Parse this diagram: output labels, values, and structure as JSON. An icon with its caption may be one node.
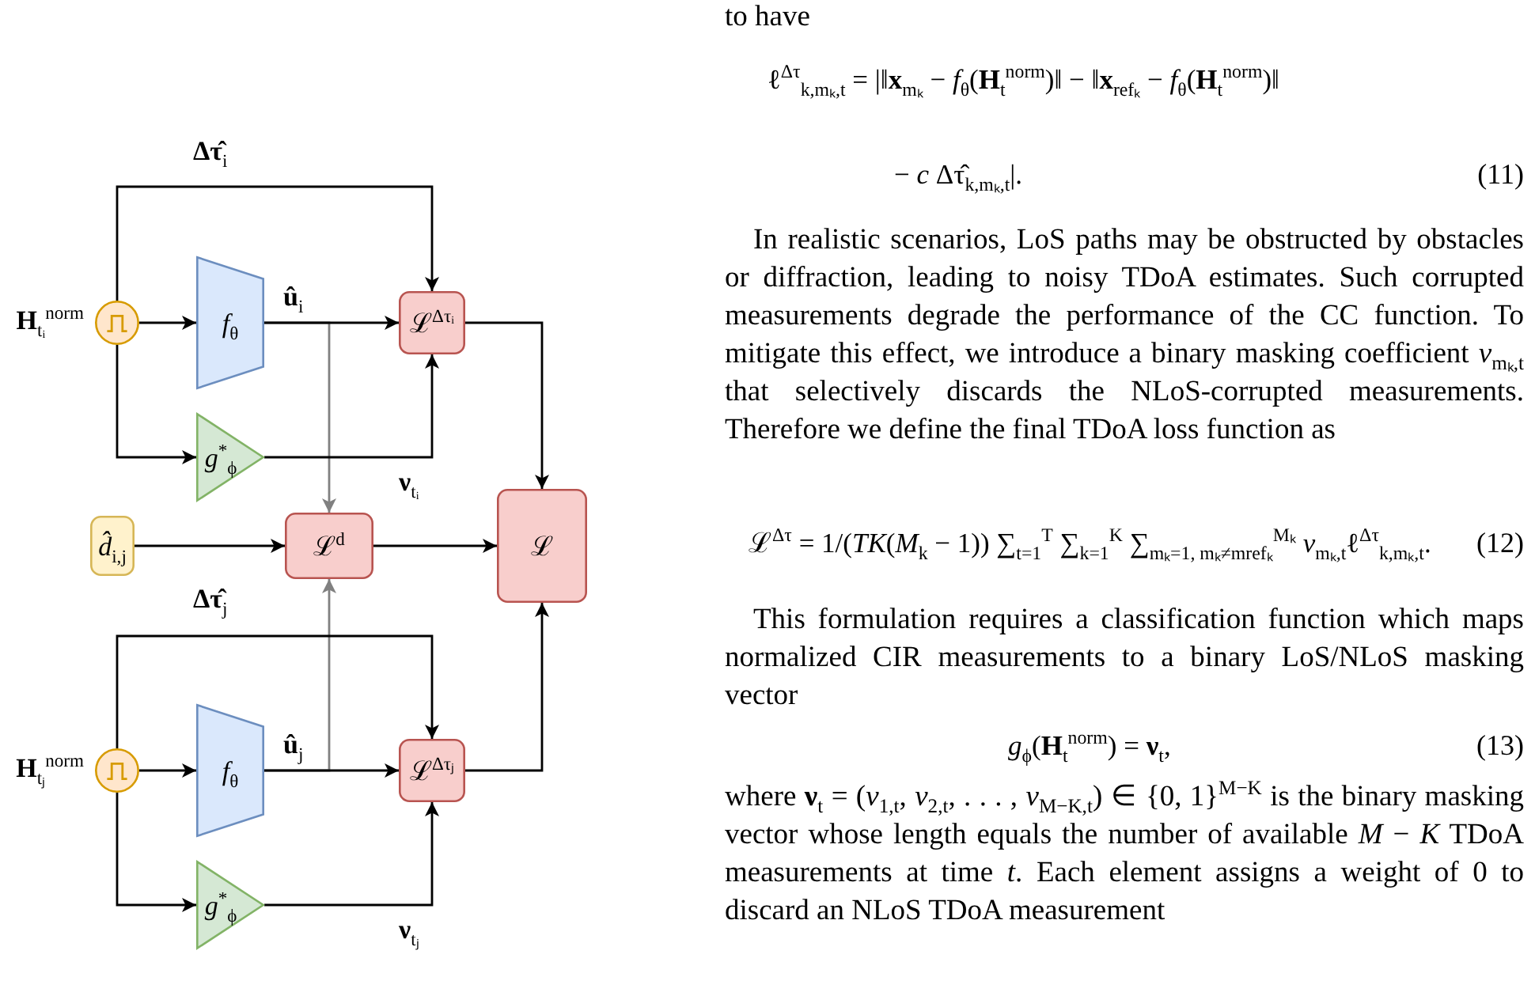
{
  "diagram": {
    "nodes": [
      {
        "text": [],
        "shape": "circle",
        "beside": [
          "**H**$_{tᵢ}$$^{norm}$"
        ]
      },
      {
        "text": [
          "*f*$_{θ}$"
        ]
      },
      {
        "text": [
          "*g*$^{*}$$_{ϕ}$"
        ]
      },
      {
        "text": [
          "ℒ$^{Δτᵢ}$"
        ]
      },
      {
        "text": [
          "*d̂*$_{i,j}$"
        ]
      },
      {
        "text": [
          "ℒ$^{d}$"
        ]
      },
      {
        "text": [
          "ℒ"
        ]
      },
      {
        "text": [],
        "shape": "circle",
        "beside": [
          "**H**$_{tⱼ}$$^{norm}$"
        ]
      },
      {
        "text": [
          "*f*$_{θ}$"
        ]
      },
      {
        "text": [
          "*g*$^{*}$$_{ϕ}$"
        ]
      },
      {
        "text": [
          "ℒ$^{Δτⱼ}$"
        ]
      }
    ],
    "edges": [
      {
        "from": 0,
        "to": 3,
        "arrow": "to",
        "label": "**Δτ̂**$_{i}$"
      },
      {
        "from": 0,
        "to": 1,
        "arrow": "to"
      },
      {
        "from": 0,
        "to": 2,
        "arrow": "to"
      },
      {
        "from": 1,
        "to": 3,
        "arrow": "to",
        "label": "**û**$_{i}$"
      },
      {
        "from": 1,
        "to": 5,
        "arrow": "to",
        "color": "#808080"
      },
      {
        "from": 2,
        "to": 3,
        "arrow": "to",
        "label": "**ν**$_{tᵢ}$"
      },
      {
        "from": 3,
        "to": 6,
        "arrow": "to"
      },
      {
        "from": 4,
        "to": 5,
        "arrow": "to"
      },
      {
        "from": 5,
        "to": 6,
        "arrow": "to"
      },
      {
        "from": 7,
        "to": 10,
        "arrow": "to",
        "label": "**Δτ̂**$_{j}$"
      },
      {
        "from": 7,
        "to": 8,
        "arrow": "to"
      },
      {
        "from": 7,
        "to": 9,
        "arrow": "to"
      },
      {
        "from": 8,
        "to": 10,
        "arrow": "to",
        "label": "**û**$_{j}$"
      },
      {
        "from": 8,
        "to": 5,
        "arrow": "to",
        "color": "#808080"
      },
      {
        "from": 9,
        "to": 10,
        "arrow": "to",
        "label": "**ν**$_{tⱼ}$"
      },
      {
        "from": 10,
        "to": 6,
        "arrow": "to"
      }
    ],
    "labels": [
      "to have",
      "ℓ$^{Δτ}$$_{k,mₖ,t}$ = |‖**x**$_{mₖ}$ − *f*$_{θ}$(**H**$_{t}$$^{norm}$)‖ − ‖**x**$_{refₖ}$ − *f*$_{θ}$(**H**$_{t}$$^{norm}$)‖ − *c* Δτ̂$_{k,mₖ,t}$|.",
      "(11)",
      "In realistic scenarios, LoS paths may be obstructed by obstacles or diffraction, leading to noisy TDoA estimates. Such corrupted measurements degrade the performance of the CC function. To mitigate this effect, we introduce a binary masking coefficient *ν*$_{mₖ,t}$ that selectively discards the NLoS-corrupted measurements. Therefore we define the final TDoA loss function as",
      "ℒ$^{Δτ}$ = 1/(*TK*(*M*$_{k}$ − 1)) ∑$_{t=1}$$^{T}$ ∑$_{k=1}$$^{K}$ ∑$_{mₖ=1, mₖ≠mrefₖ}$$^{Mₖ}$ *ν*$_{mₖ,t}$ℓ$^{Δτ}$$_{k,mₖ,t}$.",
      "(12)",
      "This formulation requires a classification function which maps normalized CIR measurements to a binary LoS/NLoS masking vector",
      "*g*$_{ϕ}$(**H**$_{t}$$^{norm}$) = **ν**$_{t}$,",
      "(13)",
      "where **ν**$_{t}$ = (*ν*$_{1,t}$, *ν*$_{2,t}$, . . . , *ν*$_{M−K,t}$) ∈ {0, 1}$^{M−K}$ is the binary masking vector whose length equals the number of available *M* − *K* TDoA measurements at time *t*. Each element assigns a weight of 0 to discard an NLoS TDoA measurement"
    ]
  }
}
